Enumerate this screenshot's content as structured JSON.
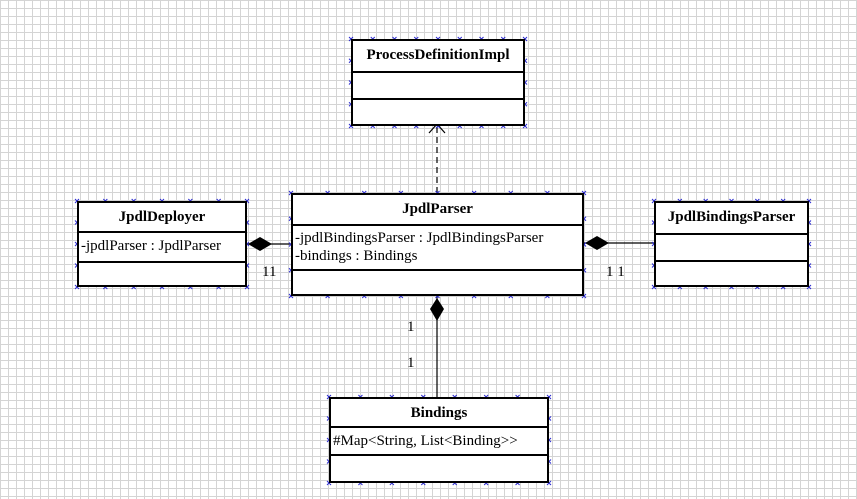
{
  "classes": {
    "process_definition_impl": {
      "name": "ProcessDefinitionImpl",
      "attributes": []
    },
    "jpdl_parser": {
      "name": "JpdlParser",
      "attributes": [
        "-jpdlBindingsParser : JpdlBindingsParser",
        "-bindings : Bindings"
      ]
    },
    "jpdl_deployer": {
      "name": "JpdlDeployer",
      "attributes": [
        "-jpdlParser : JpdlParser"
      ]
    },
    "jpdl_bindings_parser": {
      "name": "JpdlBindingsParser",
      "attributes": []
    },
    "bindings": {
      "name": "Bindings",
      "attributes": [
        "#Map<String, List<Binding>>"
      ]
    }
  },
  "multiplicities": {
    "deployer_parser": "11",
    "parser_bindingsparser": "1 1",
    "parser_bindings_top": "1",
    "parser_bindings_bottom": "1"
  },
  "colors": {
    "line": "#000000",
    "handle": "#2a2ad0",
    "grid": "#d4d4d4"
  }
}
